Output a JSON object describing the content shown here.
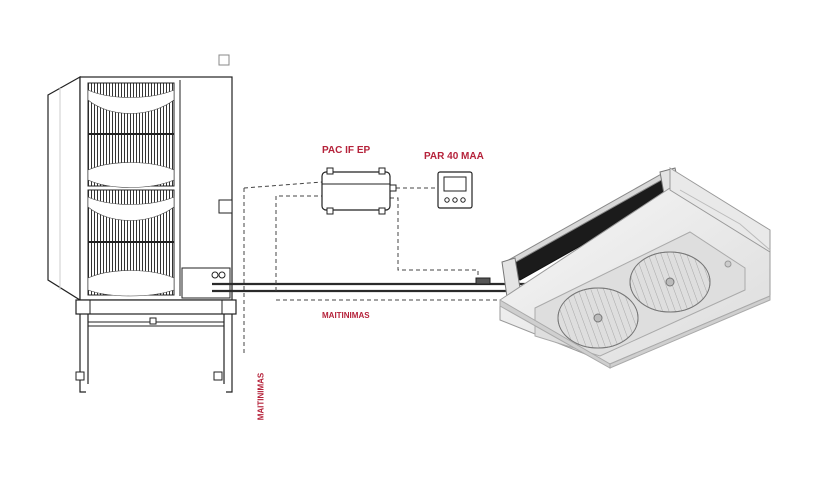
{
  "labels": {
    "controller": "PAC IF EP",
    "remote": "PAR 40 MAA",
    "power_horizontal": "MAITINIMAS",
    "power_vertical": "MAITINIMAS"
  },
  "colors": {
    "label": "#b5223a",
    "line": "#2a2a2a",
    "unit_fill": "#ffffff",
    "coil": "#1a1a1a",
    "ceiling_unit": "#eeeeee"
  },
  "icons": {
    "outdoor_unit": "outdoor-unit-icon",
    "controller": "controller-box-icon",
    "remote": "remote-controller-icon",
    "indoor_unit": "ceiling-unit-icon"
  }
}
